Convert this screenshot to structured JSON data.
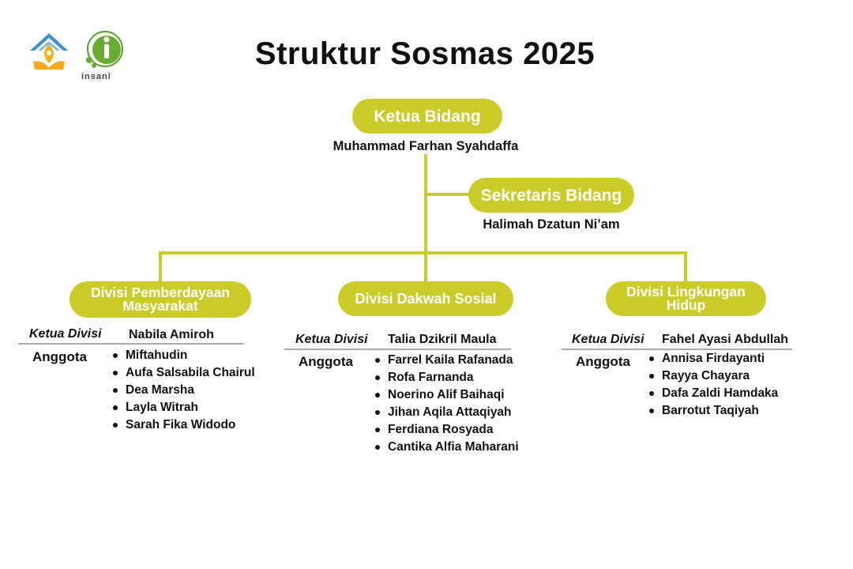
{
  "logos": {
    "left": "school-emblem",
    "right": "insani",
    "right_text": "insani"
  },
  "title": "Struktur Sosmas 2025",
  "colors": {
    "accent": "#cccc29",
    "text": "#111111"
  },
  "ketua": {
    "role": "Ketua Bidang",
    "name": "Muhammad Farhan Syahdaffa"
  },
  "sekretaris": {
    "role": "Sekretaris Bidang",
    "name": "Halimah Dzatun Ni’am"
  },
  "divisions": [
    {
      "title": "Divisi Pemberdayaan Masyarakat",
      "ketua_label": "Ketua Divisi",
      "ketua_name": "Nabila Amiroh",
      "anggota_label": "Anggota",
      "members": [
        "Miftahudin",
        "Aufa Salsabila Chairul",
        "Dea Marsha",
        "Layla Witrah",
        "Sarah Fika Widodo"
      ]
    },
    {
      "title": "Divisi Dakwah Sosial",
      "ketua_label": "Ketua Divisi",
      "ketua_name": "Talia Dzikril Maula",
      "anggota_label": "Anggota",
      "members": [
        "Farrel Kaila Rafanada",
        "Rofa Farnanda",
        "Noerino Alif Baihaqi",
        "Jihan Aqila Attaqiyah",
        "Ferdiana Rosyada",
        "Cantika Alfia Maharani"
      ]
    },
    {
      "title": "Divisi Lingkungan Hidup",
      "ketua_label": "Ketua Divisi",
      "ketua_name": "Fahel Ayasi Abdullah",
      "anggota_label": "Anggota",
      "members": [
        "Annisa Firdayanti",
        "Rayya Chayara",
        "Dafa Zaldi Hamdaka",
        "Barrotut Taqiyah"
      ]
    }
  ]
}
